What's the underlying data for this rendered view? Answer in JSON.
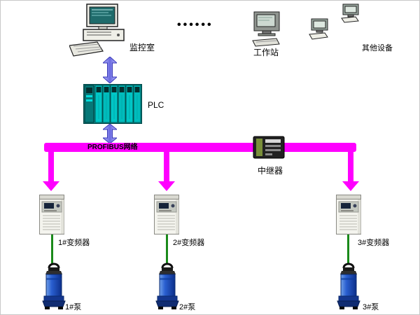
{
  "diagram": {
    "monitoring_room": {
      "label": "监控室"
    },
    "dots": "••••••",
    "workstation": {
      "label": "工作站"
    },
    "other_devices": {
      "label": "其他设备"
    },
    "plc": {
      "label": "PLC"
    },
    "bus": {
      "label": "PROFIBUS网络"
    },
    "repeater": {
      "label": "中继器"
    },
    "inverters": [
      {
        "label": "1#变频器"
      },
      {
        "label": "2#变频器"
      },
      {
        "label": "3#变频器"
      }
    ],
    "pumps": [
      {
        "label": "1#泵"
      },
      {
        "label": "2#泵"
      },
      {
        "label": "3#泵"
      }
    ]
  },
  "colors": {
    "bus": "#ff00ff",
    "uplink_arrow": "#6a6ae0",
    "motor_cable": "#1a8a1a",
    "plc_module": "#00c6c6",
    "pump_body": "#1b4fc0"
  }
}
